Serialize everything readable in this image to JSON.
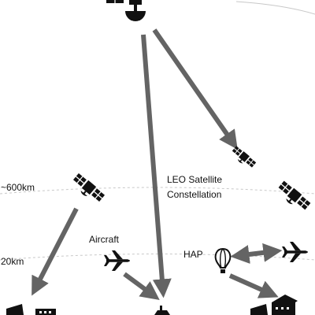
{
  "labels": {
    "orbit_600": "~600km",
    "orbit_20": "20km",
    "leo_line1": "LEO Satellite",
    "leo_line2": "Constellation",
    "aircraft": "Aircraft",
    "hap": "HAP"
  },
  "icons": {
    "geo": "satellite-icon",
    "leo": "satellite-icon",
    "aircraft": "airplane-icon",
    "hap": "hot-air-balloon-icon",
    "ground": "ground-station-icon",
    "building": "building-icon"
  },
  "colors": {
    "arrow": "#646464",
    "orbit": "#c8c8c8",
    "icon": "#111111"
  }
}
